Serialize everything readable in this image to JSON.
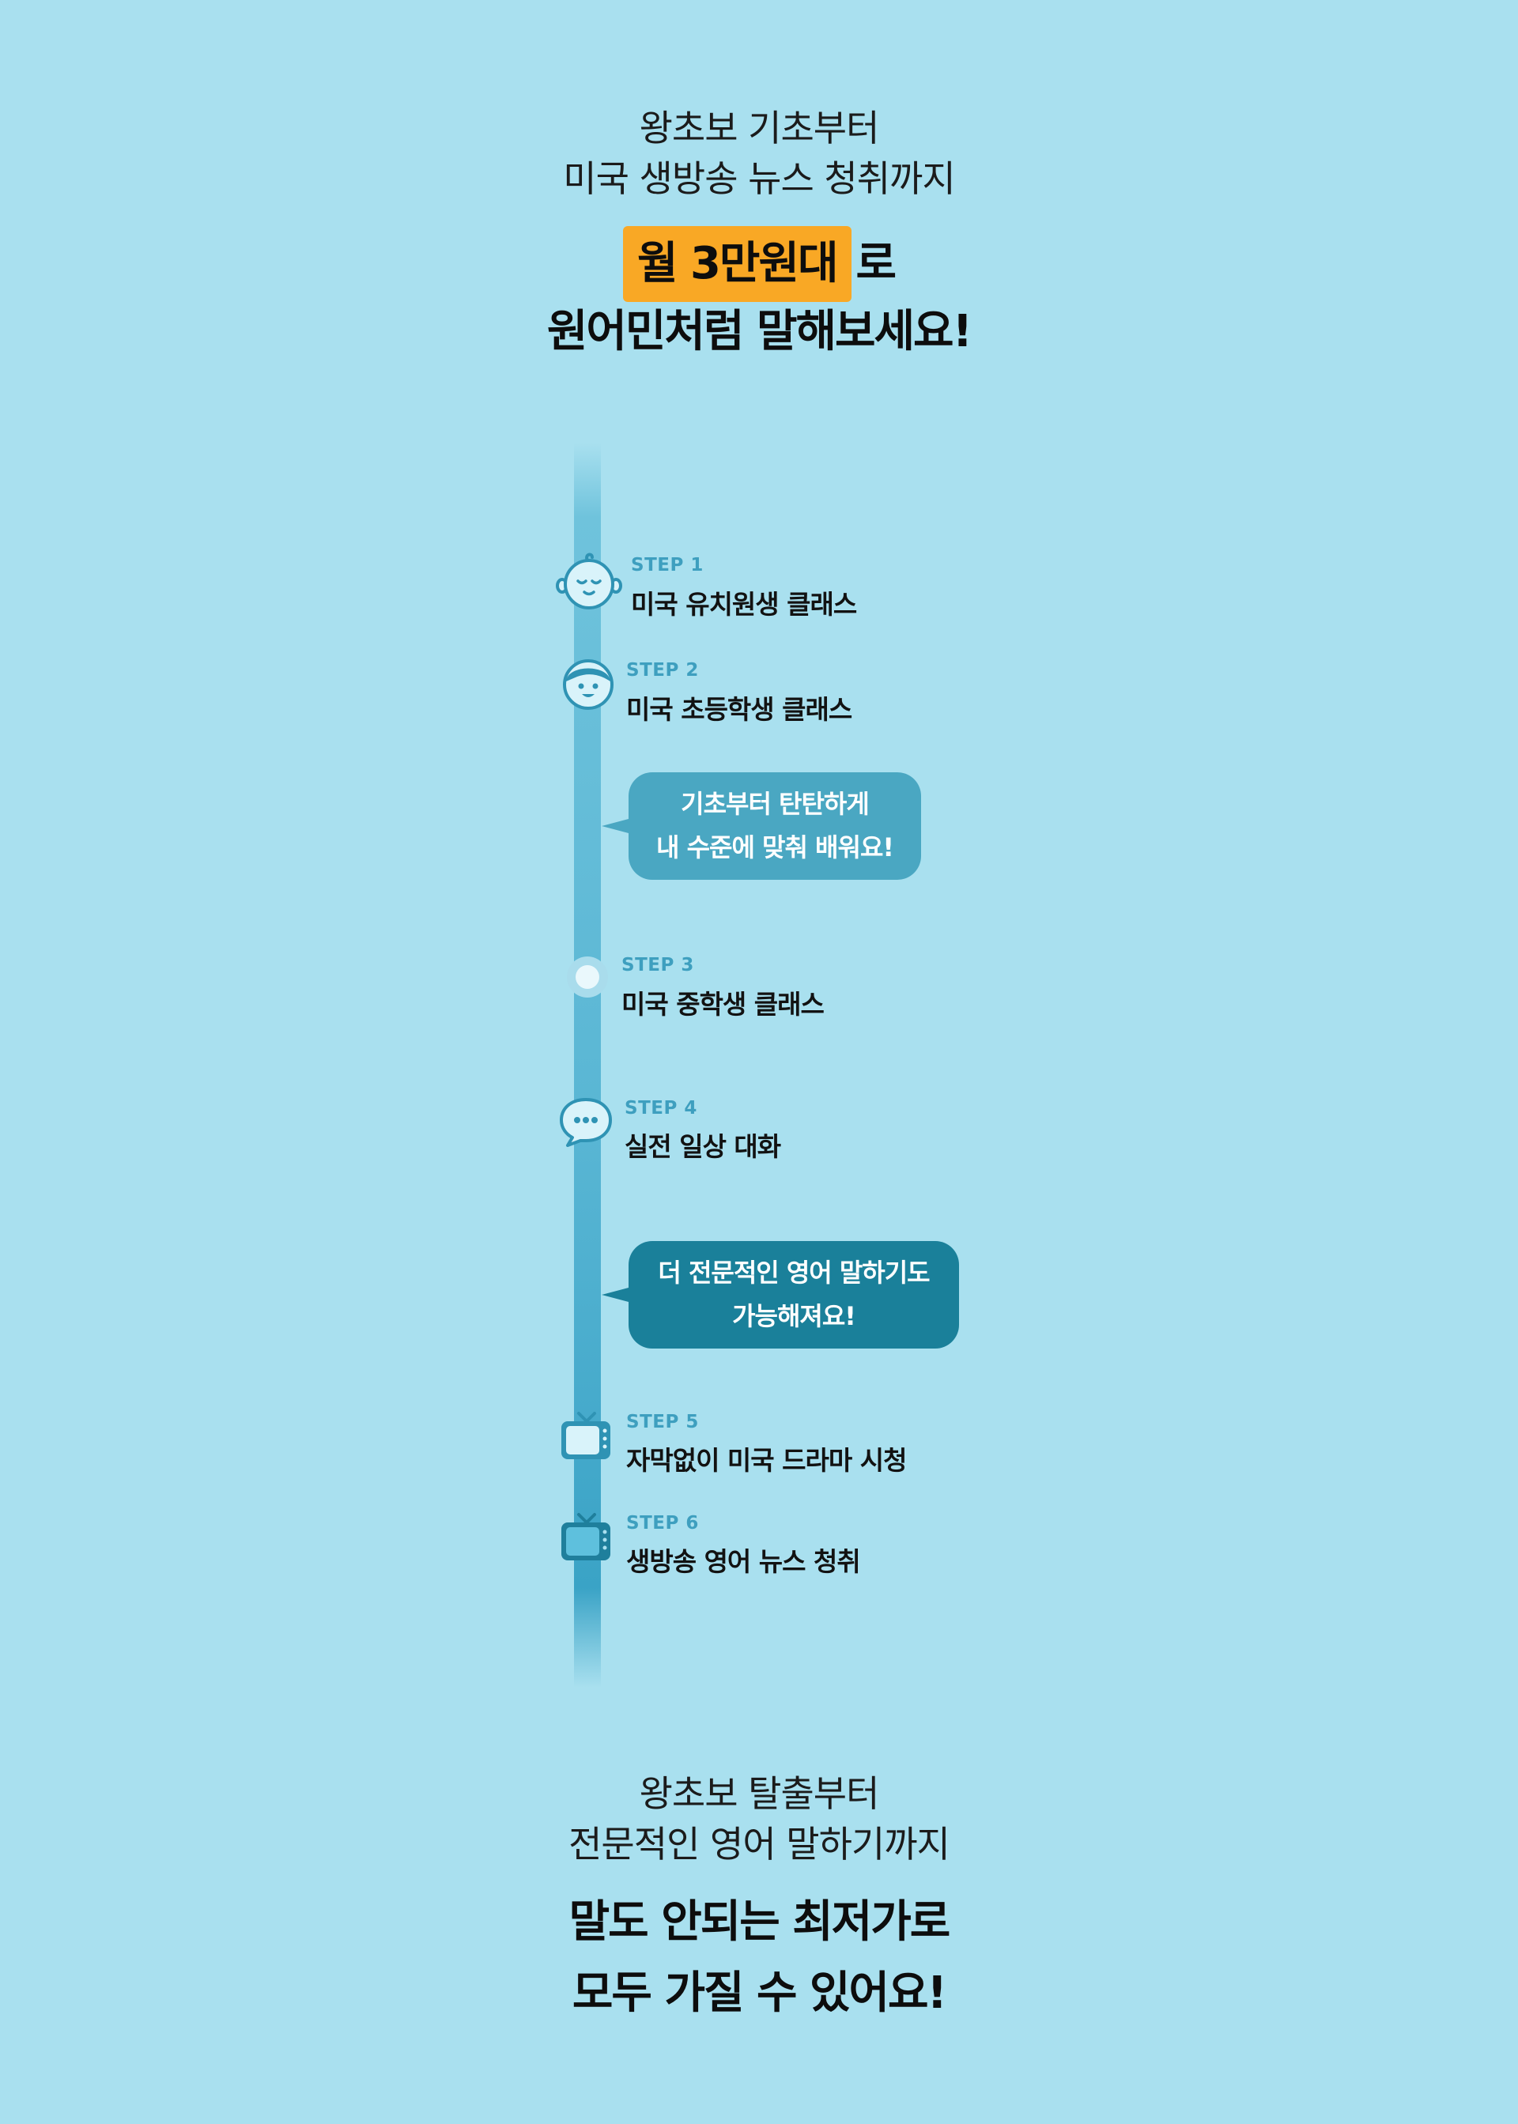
{
  "intro": {
    "line1": "왕초보 기초부터",
    "line2": "미국 생방송 뉴스 청취까지"
  },
  "headline": {
    "highlight": "월 3만원대",
    "suffix": "로",
    "line2": "원어민처럼 말해보세요!"
  },
  "steps": [
    {
      "label": "STEP 1",
      "title": "미국 유치원생 클래스",
      "icon": "baby-face-icon"
    },
    {
      "label": "STEP 2",
      "title": "미국 초등학생 클래스",
      "icon": "kid-face-icon"
    },
    {
      "label": "STEP 3",
      "title": "미국 중학생 클래스",
      "icon": "circle-dot-icon"
    },
    {
      "label": "STEP 4",
      "title": "실전 일상 대화",
      "icon": "chat-bubble-icon"
    },
    {
      "label": "STEP 5",
      "title": "자막없이 미국 드라마 시청",
      "icon": "tv-icon"
    },
    {
      "label": "STEP 6",
      "title": "생방송 영어 뉴스 청취",
      "icon": "tv-icon"
    }
  ],
  "bubbles": [
    {
      "line1": "기초부터 탄탄하게",
      "line2": "내 수준에 맞춰 배워요!"
    },
    {
      "line1": "더 전문적인 영어 말하기도",
      "line2": "가능해져요!"
    }
  ],
  "outro": {
    "line1": "왕초보 탈출부터",
    "line2": "전문적인 영어 말하기까지",
    "final1": "말도 안되는 최저가로",
    "final2": "모두 가질 수 있어요!"
  },
  "colors": {
    "background": "#a9e0ef",
    "highlight": "#f9a825",
    "step_label": "#3e9fbf",
    "bubble1": "#4aa7c2",
    "bubble2": "#1a809a",
    "icon_stroke": "#2f93b4"
  }
}
